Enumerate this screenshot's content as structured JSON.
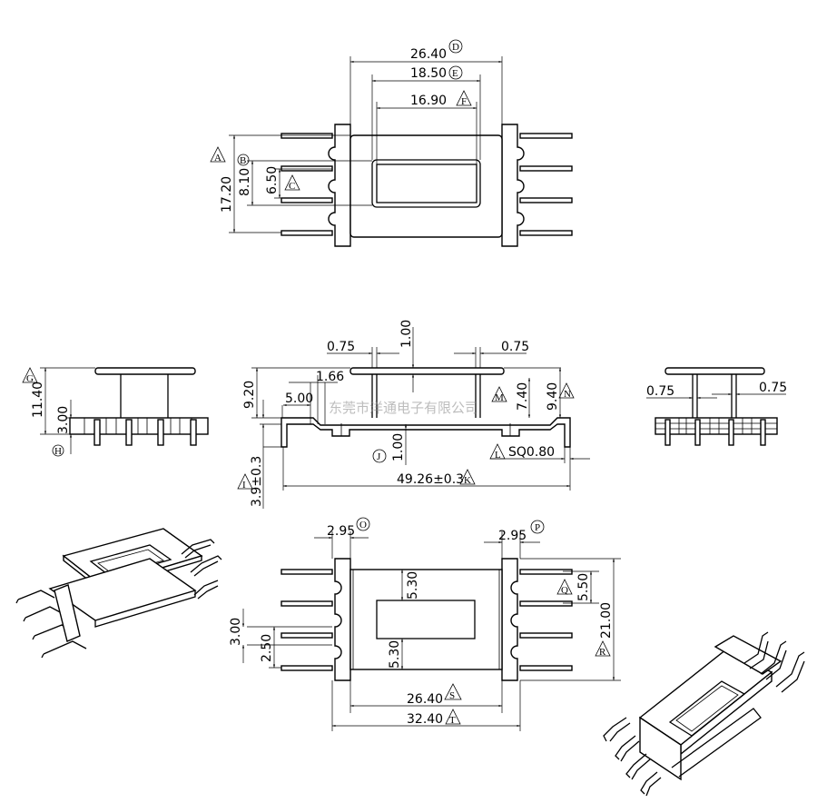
{
  "watermark": "东莞市洋通电子有限公司",
  "top_view": {
    "d_26_40": "26.40",
    "d_18_50": "18.50",
    "d_16_90": "16.90",
    "d_17_20": "17.20",
    "d_8_10": "8.10",
    "d_6_50": "6.50",
    "tags": {
      "A": "A",
      "B": "B",
      "C": "C",
      "D": "D",
      "E": "E",
      "F": "F"
    }
  },
  "front_view": {
    "d_0_75a": "0.75",
    "d_0_75b": "0.75",
    "d_1_00top": "1.00",
    "d_1_66": "1.66",
    "d_5_00": "5.00",
    "d_9_20": "9.20",
    "d_7_40": "7.40",
    "d_9_40": "9.40",
    "d_1_00bot": "1.00",
    "d_sq": "SQ0.80",
    "d_49_26": "49.26±0.3",
    "d_3_9": "3.9±0.3",
    "tags": {
      "I": "I",
      "J": "J",
      "K": "K",
      "L": "L",
      "M": "M",
      "N": "N"
    }
  },
  "left_view": {
    "d_11_40": "11.40",
    "d_3_00": "3.00",
    "tags": {
      "G": "G",
      "H": "H"
    }
  },
  "right_view": {
    "d_0_75a": "0.75",
    "d_0_75b": "0.75"
  },
  "bottom_view": {
    "d_2_95a": "2.95",
    "d_2_95b": "2.95",
    "d_5_30a": "5.30",
    "d_5_30b": "5.30",
    "d_5_50": "5.50",
    "d_21_00": "21.00",
    "d_3_00": "3.00",
    "d_2_50": "2.50",
    "d_26_40": "26.40",
    "d_32_40": "32.40",
    "tags": {
      "O": "O",
      "P": "P",
      "Q": "Q",
      "R": "R",
      "S": "S",
      "T": "T"
    }
  }
}
